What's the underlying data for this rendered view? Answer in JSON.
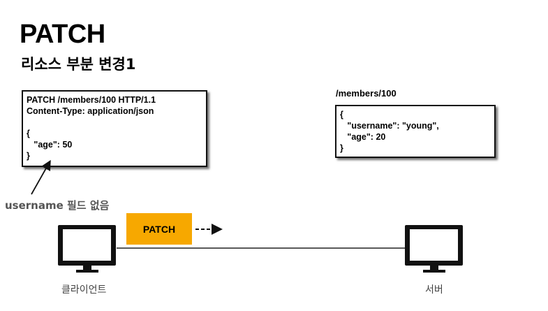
{
  "title": "PATCH",
  "subtitle": "리소스 부분 변경1",
  "request": {
    "lines": [
      "PATCH /members/100 HTTP/1.1",
      "Content-Type: application/json",
      "",
      "{",
      "   \"age\": 50",
      "}"
    ]
  },
  "resource": {
    "path": "/members/100",
    "lines": [
      "{",
      "   \"username\": \"young\",",
      "   \"age\": 20",
      "}"
    ]
  },
  "note": "username 필드 없음",
  "method_badge": "PATCH",
  "client": {
    "label": "클라이언트",
    "icon": "monitor-icon"
  },
  "server": {
    "label": "서버",
    "icon": "monitor-icon"
  },
  "colors": {
    "badge": "#f7a800",
    "note_text": "#555555"
  }
}
